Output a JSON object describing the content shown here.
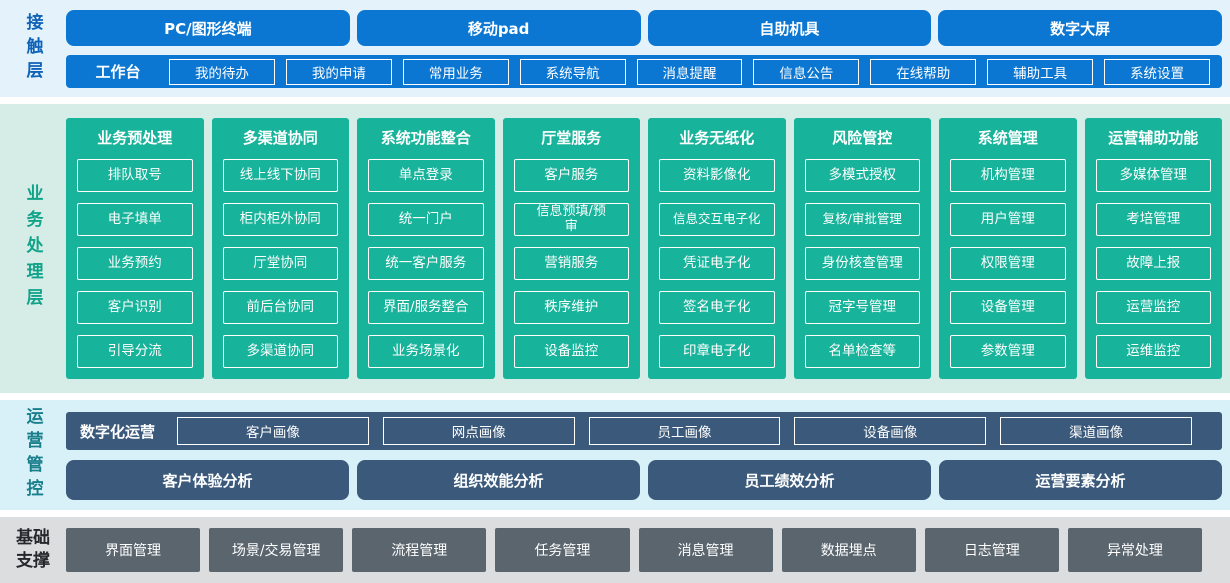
{
  "palette": {
    "bright_blue": "#0b77d2",
    "blue_label": "#0e63b8",
    "teal_green": "#17b39a",
    "green_label": "#10a389",
    "slate_blue": "#3b5a7b",
    "teal_label": "#187f8b",
    "gray_box": "#5a656e",
    "band1_bg": "#e4f2fb",
    "band2_bg": "#d6ede7",
    "band3_bg": "#d8f0f8",
    "band4_bg": "#dcddde"
  },
  "contact_layer": {
    "label": "接触层",
    "terminals": [
      "PC/图形终端",
      "移动pad",
      "自助机具",
      "数字大屏"
    ],
    "workbench": {
      "label": "工作台",
      "items": [
        "我的待办",
        "我的申请",
        "常用业务",
        "系统导航",
        "消息提醒",
        "信息公告",
        "在线帮助",
        "辅助工具",
        "系统设置"
      ]
    }
  },
  "business_layer": {
    "label": "业务处理层",
    "columns": [
      {
        "title": "业务预处理",
        "items": [
          "排队取号",
          "电子填单",
          "业务预约",
          "客户识别",
          "引导分流"
        ]
      },
      {
        "title": "多渠道协同",
        "items": [
          "线上线下协同",
          "柜内柜外协同",
          "厅堂协同",
          "前后台协同",
          "多渠道协同"
        ]
      },
      {
        "title": "系统功能整合",
        "items": [
          "单点登录",
          "统一门户",
          "统一客户服务",
          "界面/服务整合",
          "业务场景化"
        ]
      },
      {
        "title": "厅堂服务",
        "items": [
          "客户服务",
          "信息预填/预审",
          "营销服务",
          "秩序维护",
          "设备监控"
        ]
      },
      {
        "title": "业务无纸化",
        "items": [
          "资料影像化",
          "信息交互电子化",
          "凭证电子化",
          "签名电子化",
          "印章电子化"
        ]
      },
      {
        "title": "风险管控",
        "items": [
          "多模式授权",
          "复核/审批管理",
          "身份核查管理",
          "冠字号管理",
          "名单检查等"
        ]
      },
      {
        "title": "系统管理",
        "items": [
          "机构管理",
          "用户管理",
          "权限管理",
          "设备管理",
          "参数管理"
        ]
      },
      {
        "title": "运营辅助功能",
        "items": [
          "多媒体管理",
          "考培管理",
          "故障上报",
          "运营监控",
          "运维监控"
        ]
      }
    ]
  },
  "operations_layer": {
    "label": "运营管控",
    "digital_ops": {
      "label": "数字化运营",
      "items": [
        "客户画像",
        "网点画像",
        "员工画像",
        "设备画像",
        "渠道画像"
      ]
    },
    "analysis": [
      "客户体验分析",
      "组织效能分析",
      "员工绩效分析",
      "运营要素分析"
    ]
  },
  "foundation_layer": {
    "label": "基础支撑",
    "items": [
      "界面管理",
      "场景/交易管理",
      "流程管理",
      "任务管理",
      "消息管理",
      "数据埋点",
      "日志管理",
      "异常处理"
    ]
  }
}
